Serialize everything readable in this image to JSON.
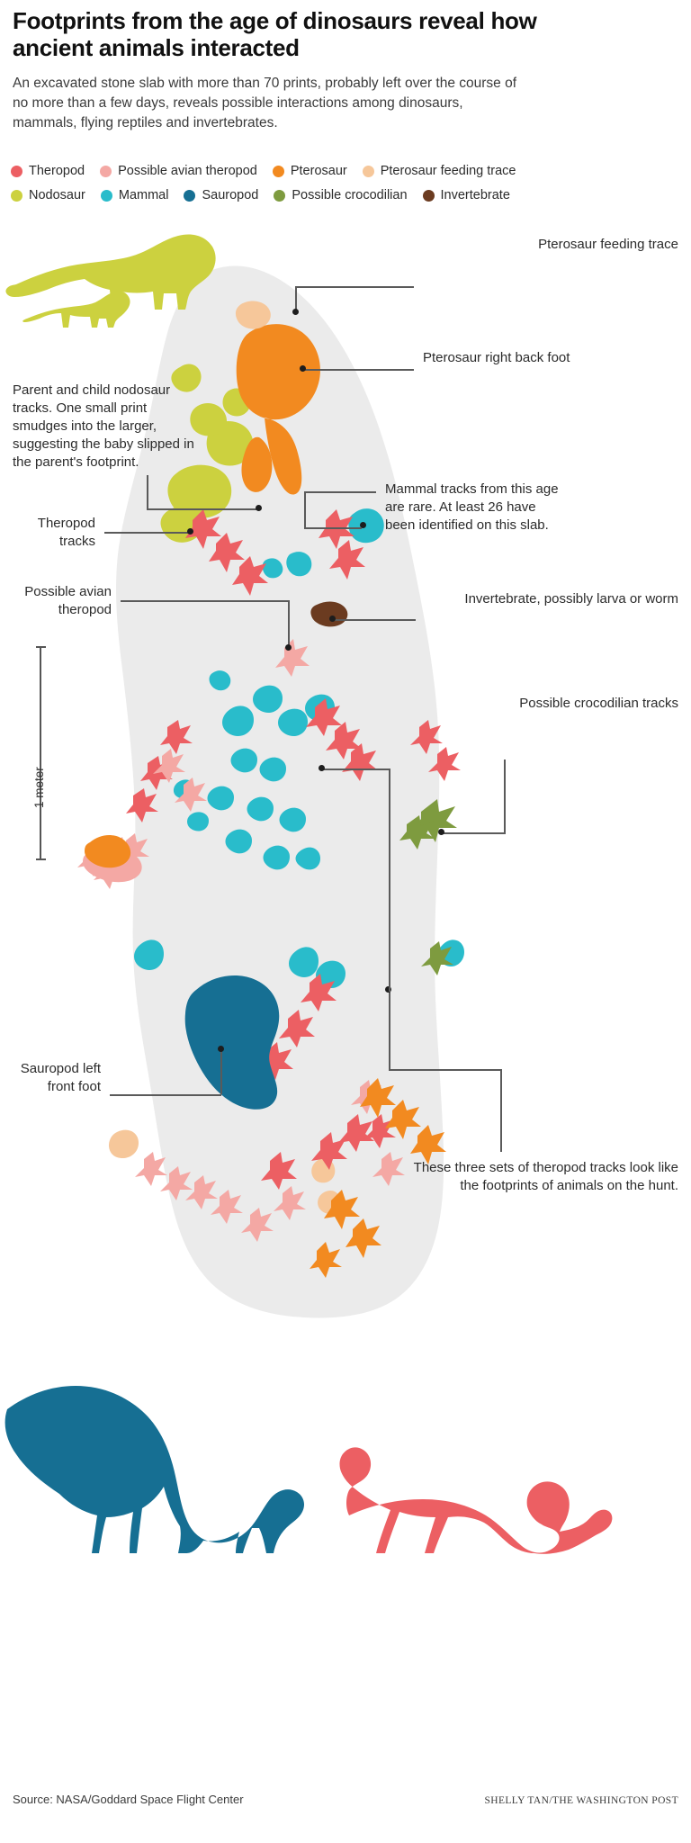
{
  "header": {
    "title": "Footprints from the age of dinosaurs reveal how ancient animals interacted",
    "deck": "An excavated stone slab with more than 70 prints, probably left over the course of no more than a few days, reveals possible interactions among dinosaurs, mammals, flying reptiles and invertebrates."
  },
  "legend": {
    "row1": [
      {
        "label": "Theropod",
        "color": "#ec5f63"
      },
      {
        "label": "Possible avian theropod",
        "color": "#f4a8a4"
      },
      {
        "label": "Pterosaur",
        "color": "#f28a20"
      },
      {
        "label": "Pterosaur feeding trace",
        "color": "#f6c79a"
      }
    ],
    "row2": [
      {
        "label": "Nodosaur",
        "color": "#ccd13f"
      },
      {
        "label": "Mammal",
        "color": "#29bccb"
      },
      {
        "label": "Sauropod",
        "color": "#166f93"
      },
      {
        "label": "Possible crocodilian",
        "color": "#7e9b3f"
      },
      {
        "label": "Invertebrate",
        "color": "#6b3b20"
      }
    ]
  },
  "annotations": {
    "nodosaur": "Parent and child nodosaur tracks. One small print smudges into the larger, suggesting the baby slipped in the parent's footprint.",
    "theropod_tracks": "Theropod tracks",
    "possible_avian": "Possible avian theropod",
    "sauropod_foot": "Sauropod left front foot",
    "pterosaur_feeding": "Pterosaur feeding trace",
    "pterosaur_foot": "Pterosaur right back foot",
    "mammal": "Mammal tracks from this age are rare. At least 26 have been identified on this slab.",
    "invertebrate": "Invertebrate, possibly larva or worm",
    "crocodilian": "Possible crocodilian tracks",
    "hunt": "These three sets of theropod tracks look like the footprints of animals on the hunt.",
    "scale": "1 meter"
  },
  "footer": {
    "source": "Source: NASA/Goddard Space Flight Center",
    "credit": "SHELLY TAN/THE WASHINGTON POST"
  },
  "colors": {
    "slab": "#ebebeb",
    "theropod": "#ec5f63",
    "avian": "#f4a8a4",
    "pterosaur": "#f28a20",
    "feeding": "#f6c79a",
    "nodosaur": "#ccd13f",
    "mammal": "#29bccb",
    "sauropod": "#166f93",
    "crocodilian": "#7e9b3f",
    "invertebrate": "#6b3b20",
    "leader": "#5a5a5a"
  }
}
